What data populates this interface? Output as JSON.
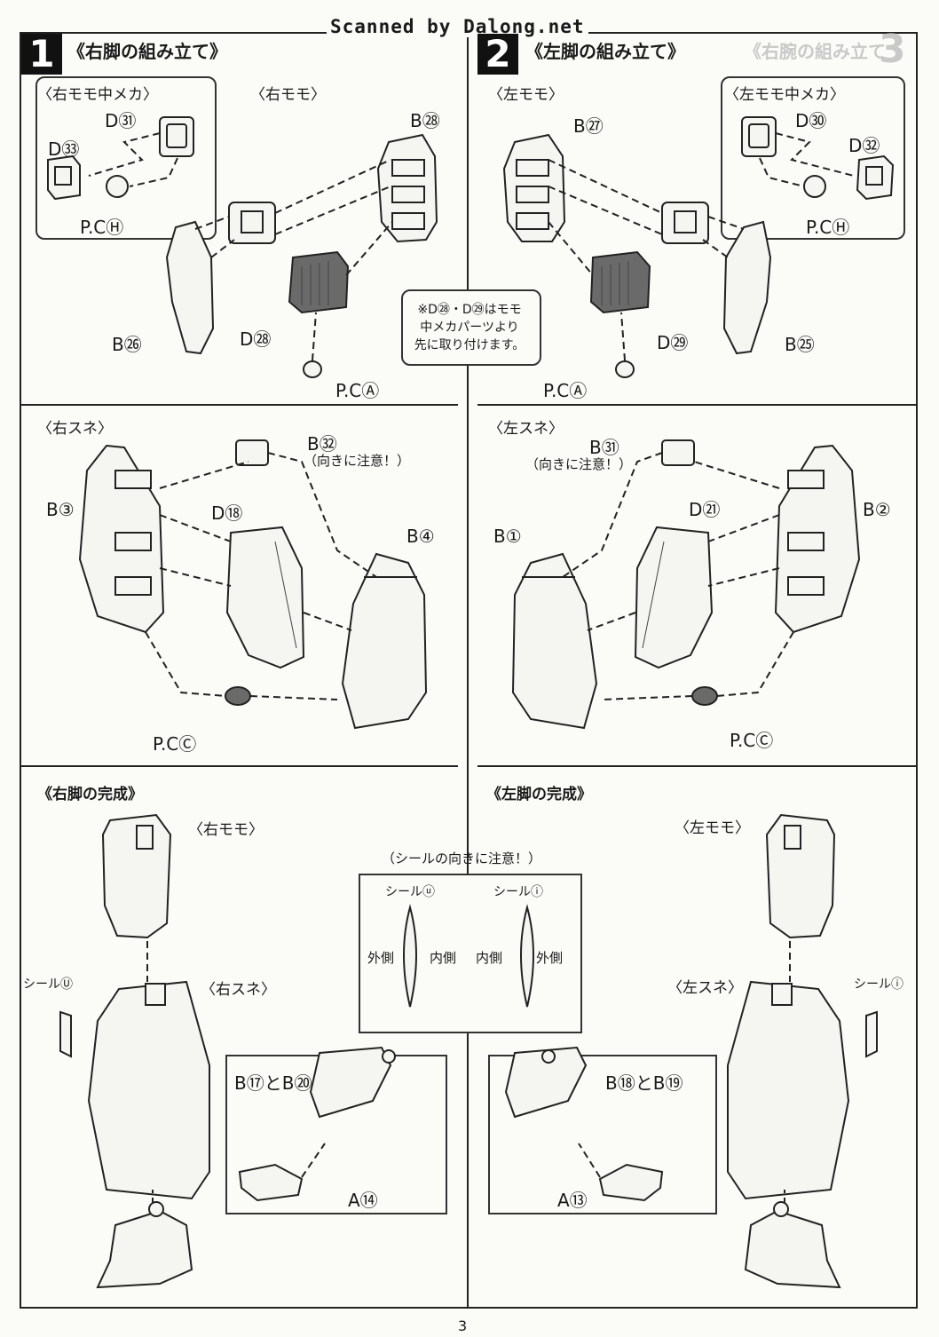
{
  "scan_credit": "Scanned by Dalong.net",
  "steps": [
    {
      "number": "1",
      "title": "《右脚の組み立て》"
    },
    {
      "number": "2",
      "title": "《左脚の組み立て》"
    }
  ],
  "ghost_right": {
    "number": "3",
    "title": "《右腕の組み立て"
  },
  "labels": {
    "r_thigh_frame": "〈右モモ中メカ〉",
    "r_thigh": "〈右モモ〉",
    "l_thigh": "〈左モモ〉",
    "l_thigh_frame": "〈左モモ中メカ〉",
    "r_shin": "〈右スネ〉",
    "l_shin": "〈左スネ〉",
    "r_leg_done": "《右脚の完成》",
    "l_leg_done": "《左脚の完成》",
    "r_thigh_done": "〈右モモ〉",
    "r_shin_done": "〈右スネ〉",
    "l_thigh_done": "〈左モモ〉",
    "l_shin_done": "〈左スネ〉",
    "seal_orientation": "（シールの向きに注意！）",
    "seal_u": "シールⓊ",
    "seal_i": "シールⓘ",
    "seal_u_panel": "シールⓤ",
    "seal_i_panel": "シールⓘ",
    "outer": "外側",
    "inner": "内側",
    "orient_note": "（向きに注意！）",
    "note": [
      "※D㉘・D㉙はモモ",
      "中メカパーツより",
      "先に取り付けます。"
    ]
  },
  "parts": {
    "d31": "D㉛",
    "d33": "D㉝",
    "pch_r": "P.CⒽ",
    "b28": "B㉘",
    "b26": "B㉖",
    "d28": "D㉘",
    "pca_r": "P.CⒶ",
    "b27": "B㉗",
    "d30": "D㉚",
    "d32": "D㉜",
    "pch_l": "P.CⒽ",
    "d29": "D㉙",
    "b25": "B㉕",
    "pca_l": "P.CⒶ",
    "b32": "B㉜",
    "b3": "B③",
    "d18": "D⑱",
    "b4": "B④",
    "pcc_r": "P.CⒸ",
    "b31": "B㉛",
    "b1": "B①",
    "d21": "D㉑",
    "b2": "B②",
    "pcc_l": "P.CⒸ",
    "b17_b20": "B⑰とB⑳",
    "a14": "A⑭",
    "b18_b19": "B⑱とB⑲",
    "a13": "A⑬"
  },
  "page_number": "3"
}
